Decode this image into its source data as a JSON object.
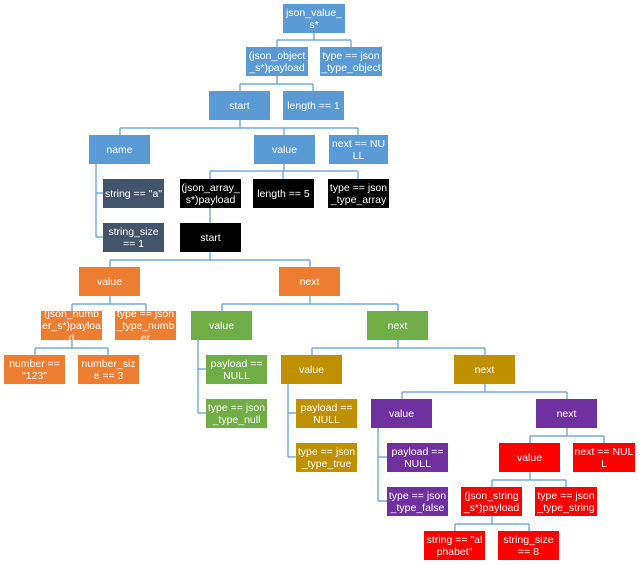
{
  "colors": {
    "line": "#5b9bd5",
    "blue": "#5b9bd5",
    "slate": "#44546a",
    "black": "#000000",
    "orange": "#ed7d31",
    "green": "#70ad47",
    "gold": "#bf9000",
    "purple": "#7030a0",
    "red": "#ff0000"
  },
  "nodes": {
    "root": {
      "text": "json_value_s*",
      "color": "blue"
    },
    "root_payload": {
      "text": "(json_object_s*)payload",
      "color": "blue"
    },
    "root_type": {
      "text": "type == json_type_object",
      "color": "blue"
    },
    "obj_start": {
      "text": "start",
      "color": "blue"
    },
    "obj_length": {
      "text": "length == 1",
      "color": "blue"
    },
    "el_name": {
      "text": "name",
      "color": "blue"
    },
    "el_value": {
      "text": "value",
      "color": "blue"
    },
    "el_next": {
      "text": "next == NULL",
      "color": "blue"
    },
    "name_string": {
      "text": "string == \"a\"",
      "color": "slate"
    },
    "name_size": {
      "text": "string_size == 1",
      "color": "slate"
    },
    "arr_payload": {
      "text": "(json_array_s*)payload",
      "color": "black"
    },
    "arr_length": {
      "text": "length == 5",
      "color": "black"
    },
    "arr_type": {
      "text": "type == json_type_array",
      "color": "black"
    },
    "arr_start": {
      "text": "start",
      "color": "black"
    },
    "a1_value": {
      "text": "value",
      "color": "orange"
    },
    "a1_next": {
      "text": "next",
      "color": "orange"
    },
    "num_payload": {
      "text": "(json_number_s*)payload",
      "color": "orange"
    },
    "num_type": {
      "text": "type == json_type_number",
      "color": "orange"
    },
    "num_number": {
      "text": "number == \"123\"",
      "color": "orange"
    },
    "num_size": {
      "text": "number_size == 3",
      "color": "orange"
    },
    "a2_value": {
      "text": "value",
      "color": "green"
    },
    "a2_next": {
      "text": "next",
      "color": "green"
    },
    "null_payload": {
      "text": "payload == NULL",
      "color": "green"
    },
    "null_type": {
      "text": "type == json_type_null",
      "color": "green"
    },
    "a3_value": {
      "text": "value",
      "color": "gold"
    },
    "a3_next": {
      "text": "next",
      "color": "gold"
    },
    "true_payload": {
      "text": "payload == NULL",
      "color": "gold"
    },
    "true_type": {
      "text": "type == json_type_true",
      "color": "gold"
    },
    "a4_value": {
      "text": "value",
      "color": "purple"
    },
    "a4_next": {
      "text": "next",
      "color": "purple"
    },
    "false_payload": {
      "text": "payload == NULL",
      "color": "purple"
    },
    "false_type": {
      "text": "type == json_type_false",
      "color": "purple"
    },
    "a5_value": {
      "text": "value",
      "color": "red"
    },
    "a5_next": {
      "text": "next == NULL",
      "color": "red"
    },
    "str_payload": {
      "text": "(json_string_s*)payload",
      "color": "red"
    },
    "str_type": {
      "text": "type == json_type_string",
      "color": "red"
    },
    "str_string": {
      "text": "string == \"alphabet\"",
      "color": "red"
    },
    "str_size": {
      "text": "string_size == 8",
      "color": "red"
    }
  }
}
